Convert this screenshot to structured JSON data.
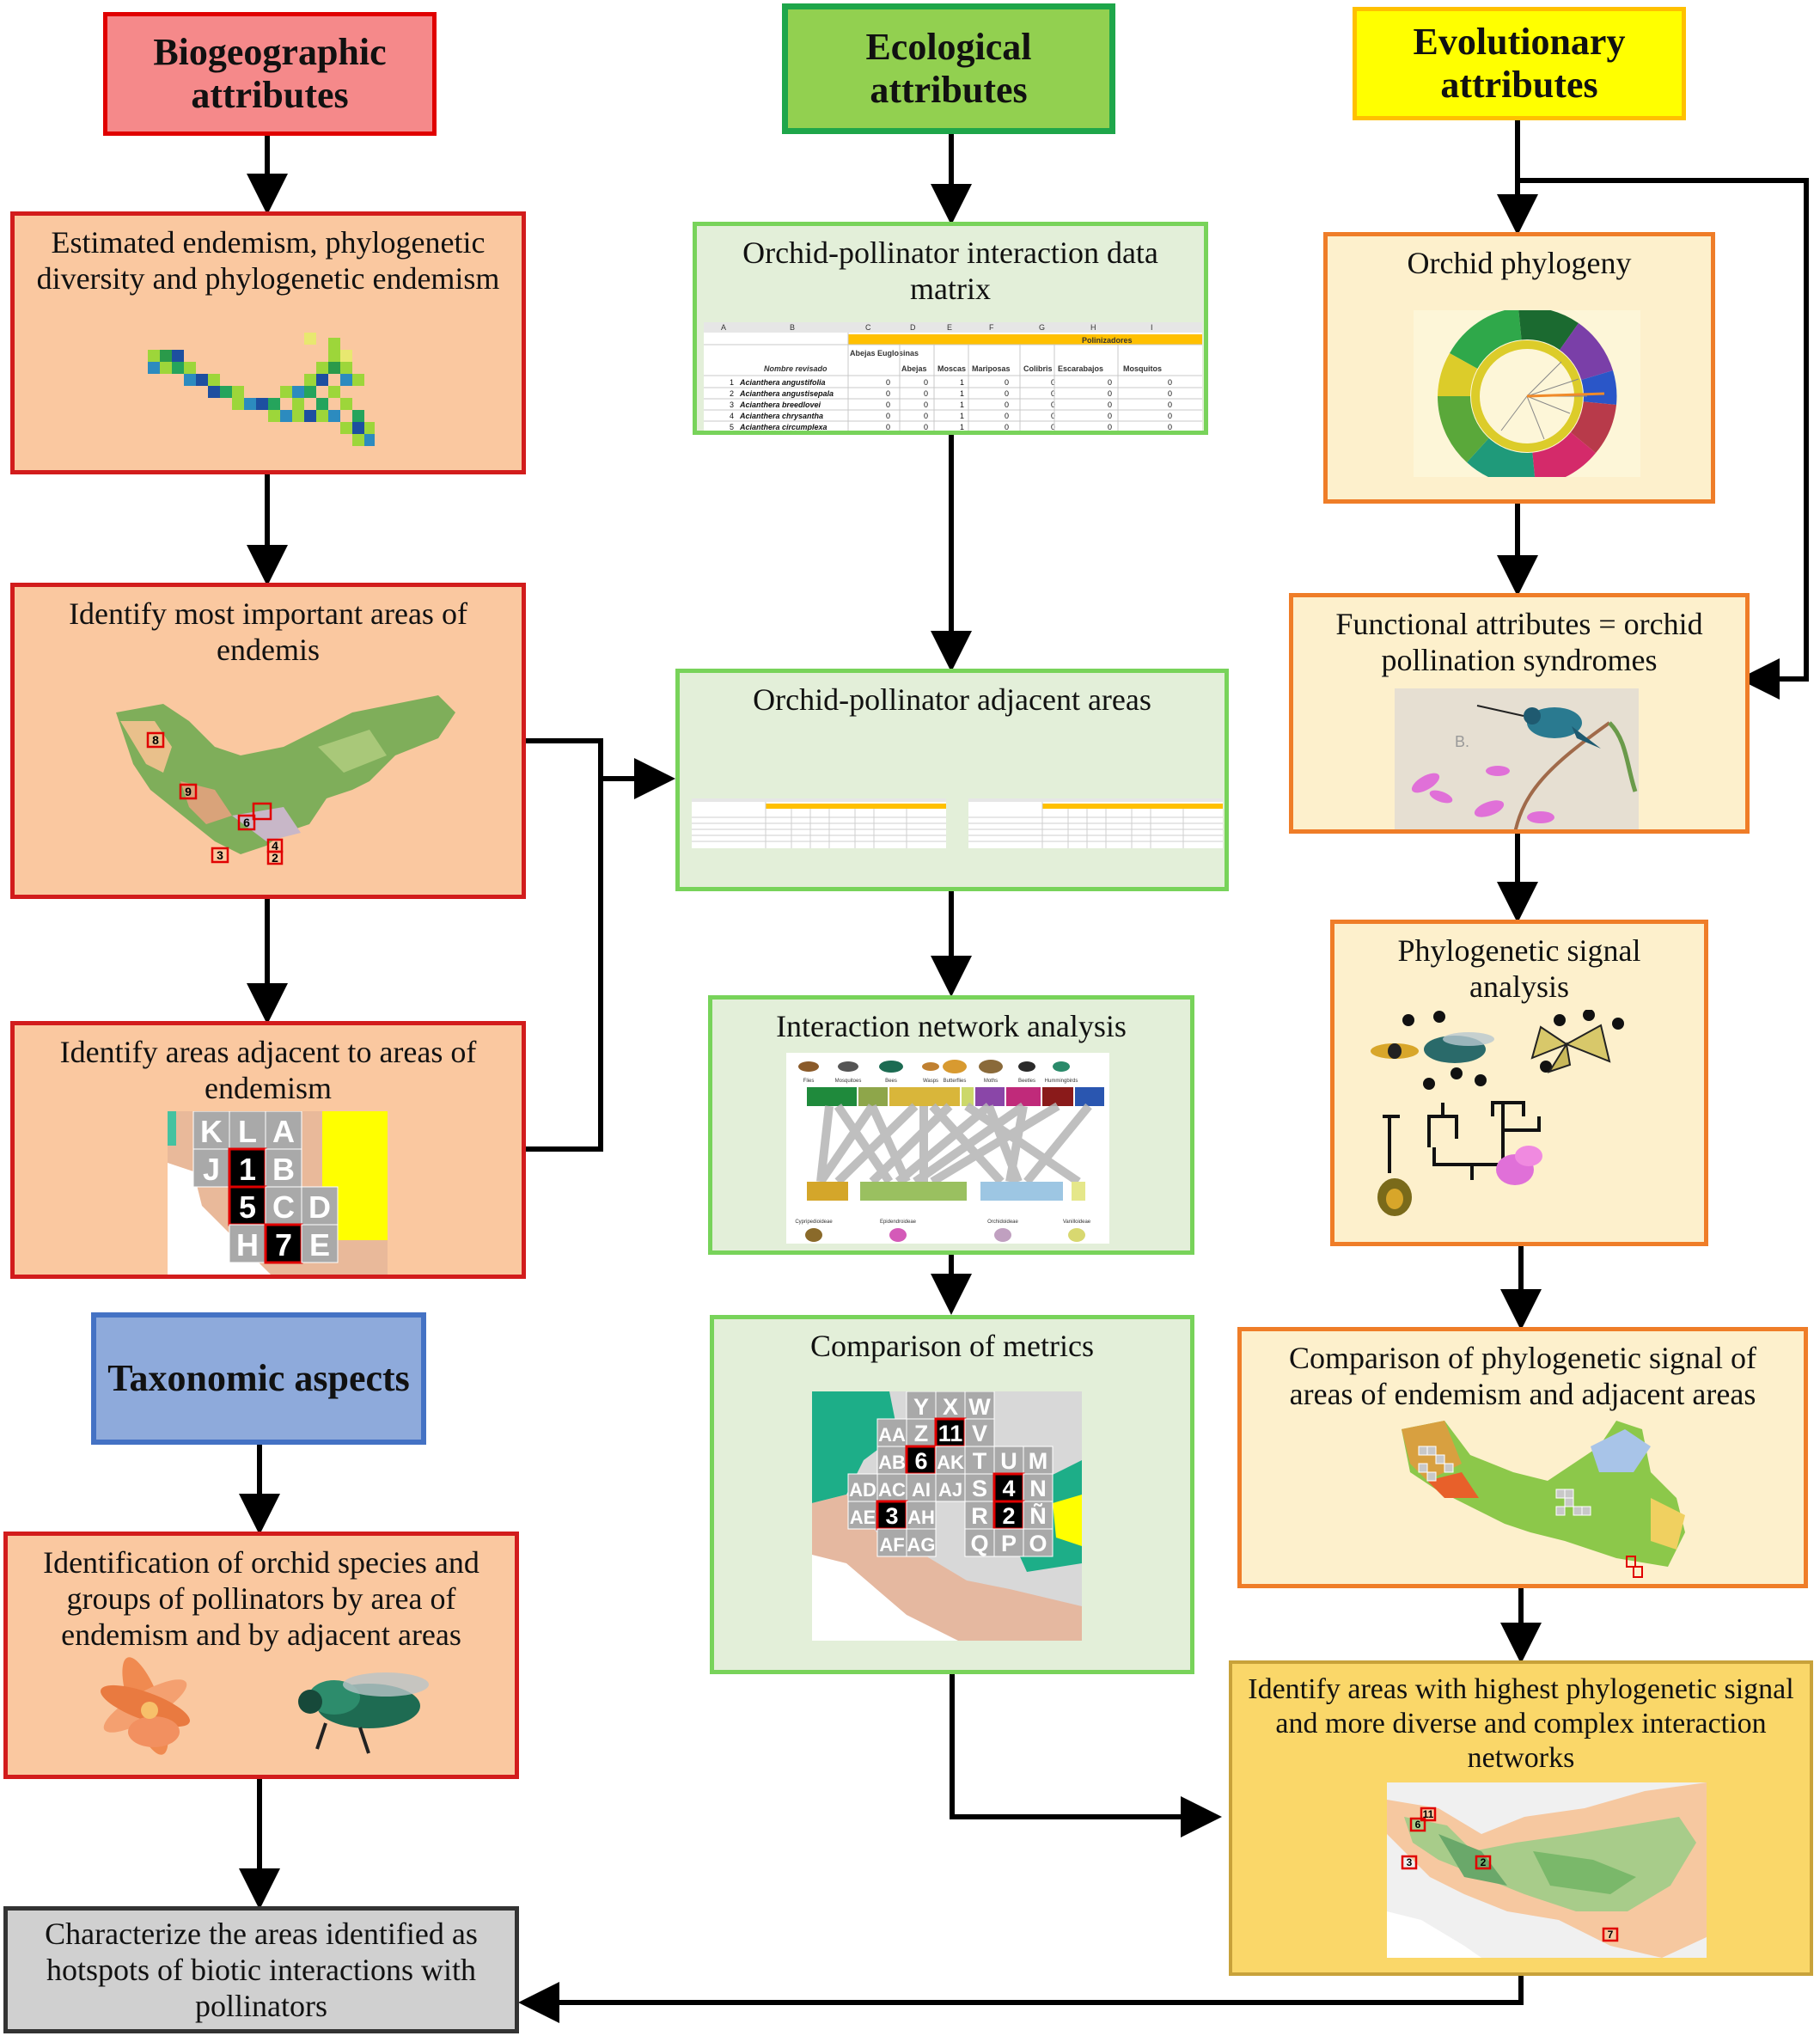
{
  "headers": {
    "biogeographic": "Biogeographic attributes",
    "ecological": "Ecological attributes",
    "evolutionary": "Evolutionary attributes",
    "taxonomic": "Taxonomic aspects"
  },
  "colors": {
    "biogeographic": "#f5898a",
    "ecological": "#92d050",
    "evolutionary": "#ffff00",
    "taxonomic": "#8eaadb",
    "final": "#d0d0d0",
    "highlight": "#fad769"
  },
  "biogeographic_column": {
    "estimated_endemism": "Estimated endemism, phylogenetic diversity and phylogenetic endemism",
    "important_areas": "Identify most important areas of endemis",
    "adjacent_areas": "Identify areas adjacent to areas of endemism",
    "map_labels": [
      "8",
      "9",
      "6",
      "3",
      "4",
      "2"
    ],
    "grid_labels": [
      "K",
      "L",
      "A",
      "J",
      "1",
      "B",
      "5",
      "C",
      "D",
      "H",
      "7",
      "E"
    ]
  },
  "ecological_column": {
    "interaction_matrix": "Orchid-pollinator interaction data matrix",
    "adjacent_areas": "Orchid-pollinator adjacent areas",
    "network_analysis": "Interaction network analysis",
    "comparison": "Comparison of metrics",
    "spreadsheet": {
      "col_letters": [
        "A",
        "B",
        "C",
        "D",
        "E",
        "F",
        "G",
        "H",
        "I"
      ],
      "group_header": "Polinizadores",
      "name_header": "Nombre revisado",
      "columns": [
        "Abejas Euglosinas",
        "Abejas",
        "Moscas",
        "Mariposas",
        "Colibris",
        "Escarabajos",
        "Mosquitos"
      ],
      "rows": [
        {
          "n": "1",
          "name": "Acianthera angustifolia",
          "vals": [
            "0",
            "0",
            "1",
            "0",
            "0",
            "0",
            "0"
          ]
        },
        {
          "n": "2",
          "name": "Acianthera angustisepala",
          "vals": [
            "0",
            "0",
            "1",
            "0",
            "0",
            "0",
            "0"
          ]
        },
        {
          "n": "3",
          "name": "Acianthera breedlovei",
          "vals": [
            "0",
            "0",
            "1",
            "0",
            "0",
            "0",
            "0"
          ]
        },
        {
          "n": "4",
          "name": "Acianthera chrysantha",
          "vals": [
            "0",
            "0",
            "1",
            "0",
            "0",
            "0",
            "0"
          ]
        },
        {
          "n": "5",
          "name": "Acianthera circumplexa",
          "vals": [
            "0",
            "0",
            "1",
            "0",
            "0",
            "0",
            "0"
          ]
        }
      ]
    },
    "network_pollinators": [
      "Flies",
      "Mosquitoes",
      "Bees",
      "Wasps",
      "Butterflies",
      "Moths",
      "Beetles",
      "Hummingbirds"
    ],
    "network_orchids": [
      "Cypripedioideae",
      "Epidendroideae",
      "Orchidoideae",
      "Vanilloideae"
    ],
    "grid_labels": [
      "Y",
      "X",
      "W",
      "AA",
      "Z",
      "11",
      "V",
      "AB",
      "6",
      "AK",
      "T",
      "U",
      "M",
      "AD",
      "AC",
      "AI",
      "AJ",
      "S",
      "4",
      "N",
      "AE",
      "3",
      "AH",
      "R",
      "2",
      "Ñ",
      "AF",
      "AG",
      "Q",
      "P",
      "O"
    ]
  },
  "evolutionary_column": {
    "phylogeny": "Orchid phylogeny",
    "functional_attributes": "Functional attributes = orchid pollination syndromes",
    "syndrome_image_label": "B.",
    "phylo_signal": "Phylogenetic signal analysis",
    "comparison": "Comparison of phylogenetic signal of areas of endemism and adjacent areas",
    "highest_signal": "Identify areas with highest phylogenetic signal and more diverse and complex interaction networks",
    "map_labels": [
      "11",
      "6",
      "3",
      "2",
      "7"
    ]
  },
  "taxonomic_column": {
    "identification": "Identification of orchid species and groups of pollinators by area of endemism and by adjacent areas"
  },
  "final": {
    "characterize": "Characterize the areas identified as hotspots of biotic interactions with pollinators"
  }
}
